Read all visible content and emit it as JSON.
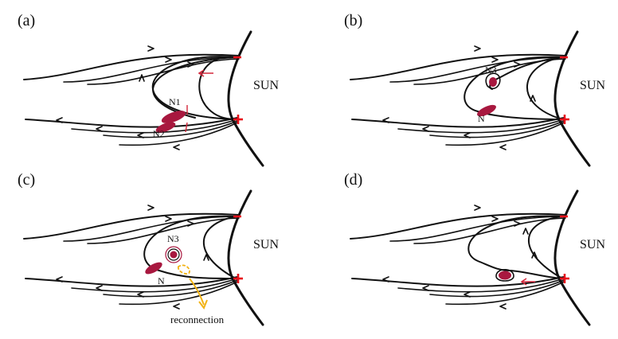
{
  "colors": {
    "line": "#111111",
    "node": "#a8183f",
    "node_dark": "#5a0c1e",
    "polarity": "#e8101a",
    "flow_arrow": "#d4283c",
    "reconnection": "#f2b316",
    "background": "#ffffff"
  },
  "panels": [
    {
      "label": "(a)",
      "sun": "SUN",
      "minus": "-",
      "plus": "+",
      "nodes": [
        "N1",
        "N2"
      ]
    },
    {
      "label": "(b)",
      "sun": "SUN",
      "minus": "-",
      "plus": "+",
      "nodes": [
        "N3",
        "N"
      ]
    },
    {
      "label": "(c)",
      "sun": "SUN",
      "minus": "-",
      "plus": "+",
      "nodes": [
        "N3",
        "N"
      ],
      "annotation": "reconnection"
    },
    {
      "label": "(d)",
      "sun": "SUN",
      "minus": "-",
      "plus": "+",
      "nodes": []
    }
  ]
}
